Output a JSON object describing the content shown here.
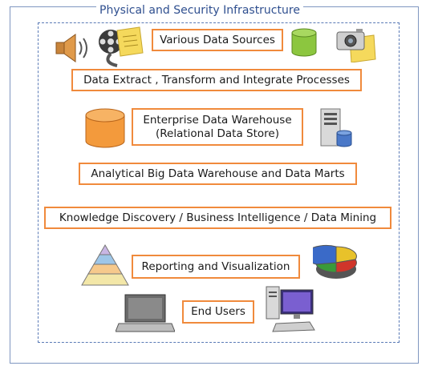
{
  "frame": {
    "title": "Physical and Security Infrastructure"
  },
  "layers": [
    {
      "id": "data-sources",
      "label": "Various Data Sources"
    },
    {
      "id": "etl",
      "label": "Data Extract , Transform and Integrate Processes"
    },
    {
      "id": "edw",
      "label_line1": "Enterprise Data Warehouse",
      "label_line2": "(Relational Data Store)"
    },
    {
      "id": "big-data",
      "label": "Analytical Big Data Warehouse and Data Marts"
    },
    {
      "id": "bi",
      "label": "Knowledge Discovery / Business Intelligence / Data Mining"
    },
    {
      "id": "reporting",
      "label": "Reporting and Visualization"
    },
    {
      "id": "end-users",
      "label": "End Users"
    }
  ],
  "colors": {
    "box_border": "#f08a3c",
    "frame": "#7f96c0",
    "title": "#2f4f8f"
  },
  "icons": [
    "speaker-icon",
    "film-reel-icon",
    "note-icon",
    "green-cylinder-icon",
    "camera-icon",
    "orange-database-icon",
    "server-icon",
    "pyramid-icon",
    "pie-chart-icon",
    "laptop-icon",
    "desktop-computer-icon"
  ]
}
